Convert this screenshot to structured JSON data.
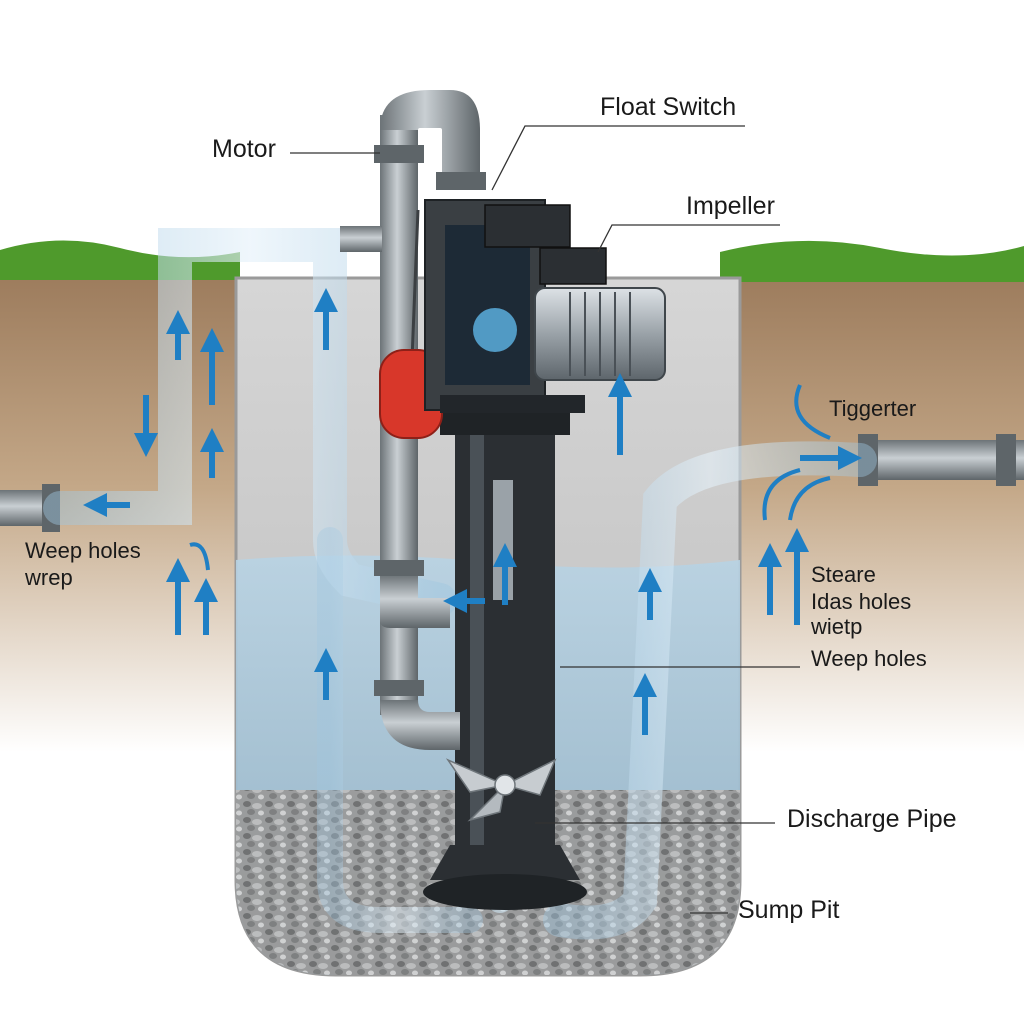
{
  "diagram": {
    "labels": {
      "motor": "Motor",
      "float_switch": "Float Switch",
      "impeller": "Impeller",
      "tiggerter": "Tiggerter",
      "weep_holes_left_1": "Weep holes",
      "weep_holes_left_2": "wrep",
      "steare": "Steare",
      "idas_holes": "Idas holes",
      "wietp": "wietp",
      "weep_holes_right": "Weep holes",
      "discharge_pipe": "Discharge Pipe",
      "sump_pit": "Sump Pit"
    },
    "colors": {
      "sky": "#ffffff",
      "grass": "#4f9a2c",
      "soil": "#b99a78",
      "pit_wall": "#c9c9c9",
      "water": "#a9c8dc",
      "gravel": "#8f8f8f",
      "pipe": "#8f969b",
      "flow_arrow": "#1f7fc4",
      "float": "#d8372a",
      "pump_body": "#2b2f33"
    }
  }
}
